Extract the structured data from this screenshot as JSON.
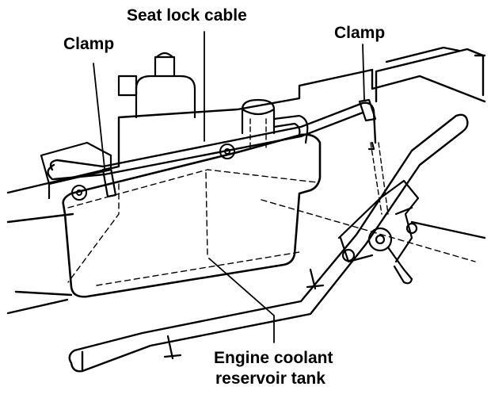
{
  "figure": {
    "labels": {
      "seat_lock_cable": "Seat lock cable",
      "clamp_left": "Clamp",
      "clamp_right": "Clamp",
      "tank_line1": "Engine coolant",
      "tank_line2": "reservoir tank"
    },
    "colors": {
      "ink": "#000000",
      "paper": "#ffffff"
    }
  }
}
